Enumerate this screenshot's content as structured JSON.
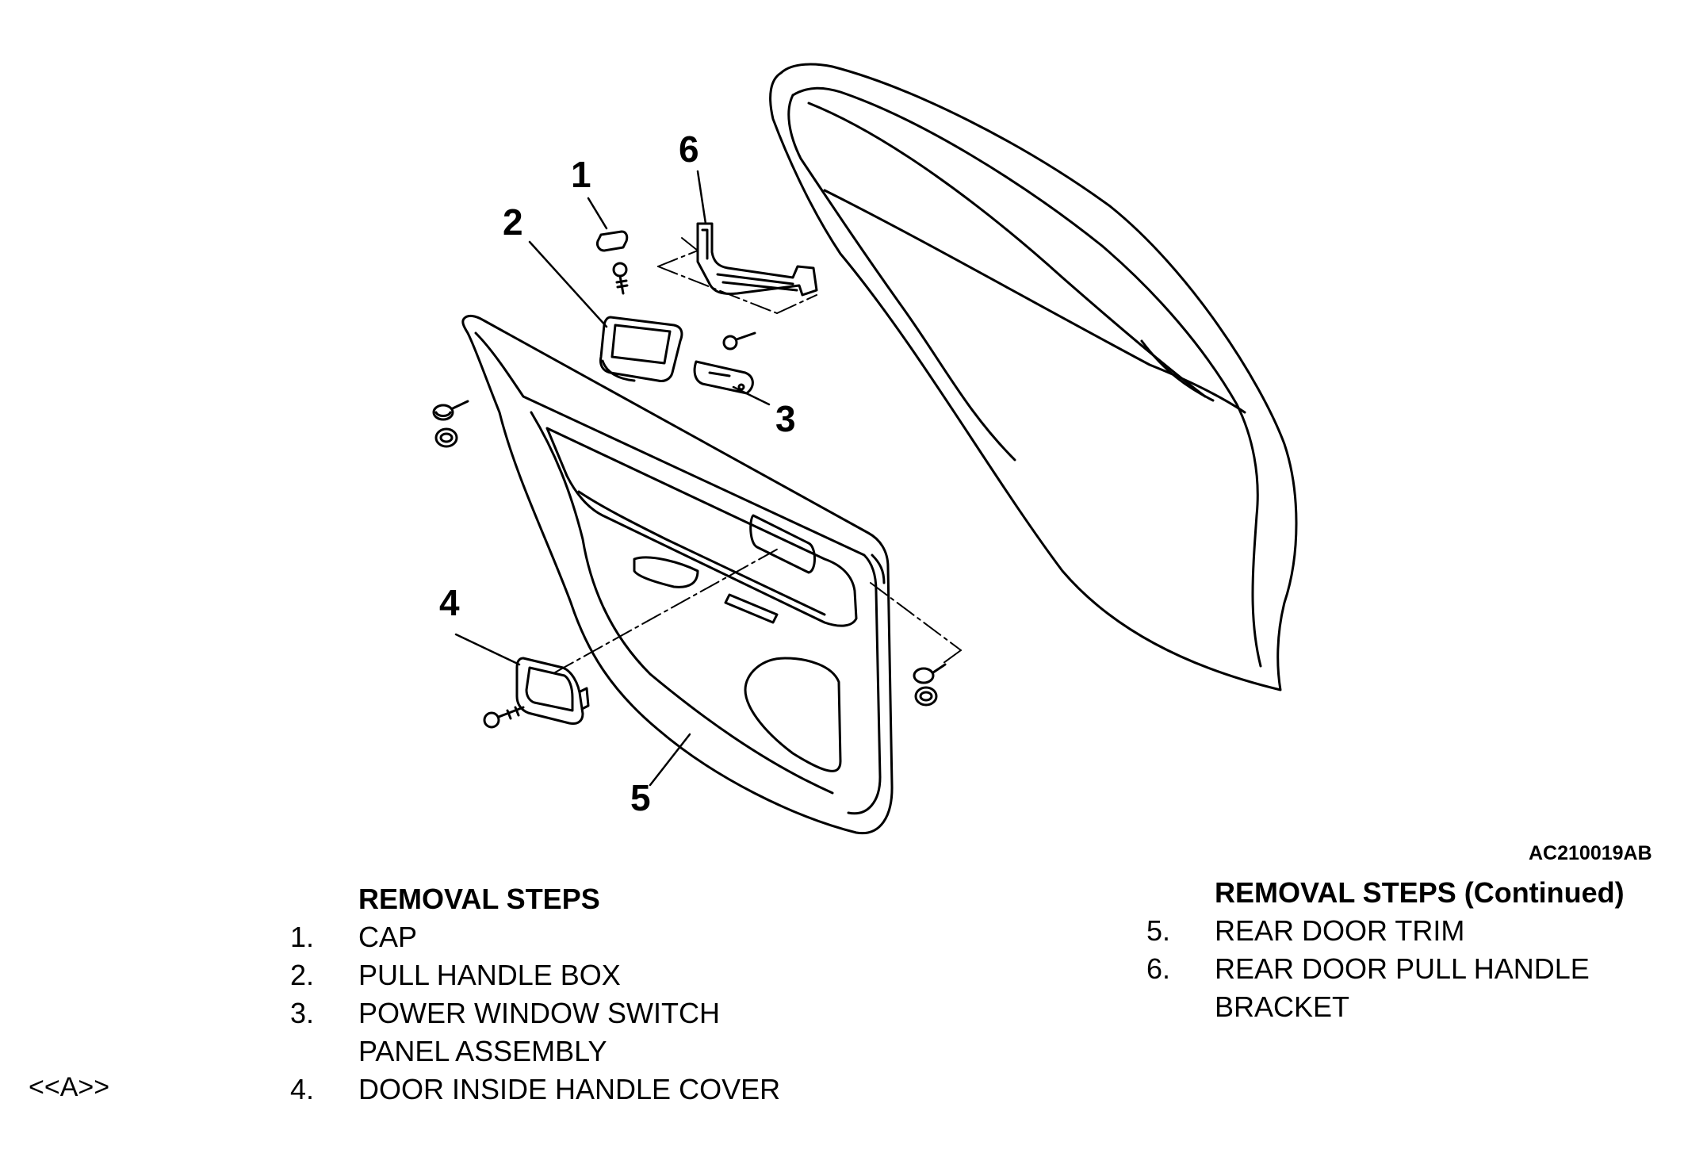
{
  "figure_code": "AC210019AB",
  "callouts": [
    "1",
    "2",
    "3",
    "4",
    "5",
    "6"
  ],
  "left_steps": {
    "heading": "REMOVAL STEPS",
    "items": [
      {
        "num": "1.",
        "lines": [
          "CAP"
        ]
      },
      {
        "num": "2.",
        "lines": [
          "PULL HANDLE BOX"
        ]
      },
      {
        "num": "3.",
        "lines": [
          "POWER WINDOW SWITCH",
          "PANEL ASSEMBLY"
        ]
      },
      {
        "num": "4.",
        "lines": [
          "DOOR INSIDE HANDLE COVER"
        ],
        "note": "<<A>>"
      }
    ]
  },
  "right_steps": {
    "heading": "REMOVAL STEPS (Continued)",
    "items": [
      {
        "num": "5.",
        "lines": [
          "REAR DOOR TRIM"
        ]
      },
      {
        "num": "6.",
        "lines": [
          "REAR DOOR PULL HANDLE",
          "BRACKET"
        ]
      }
    ]
  },
  "icons": [
    "door-frame-icon",
    "door-trim-icon",
    "pull-handle-box-icon",
    "cap-icon",
    "bracket-icon",
    "switch-panel-icon",
    "handle-cover-icon",
    "clip-icon",
    "screw-icon"
  ]
}
